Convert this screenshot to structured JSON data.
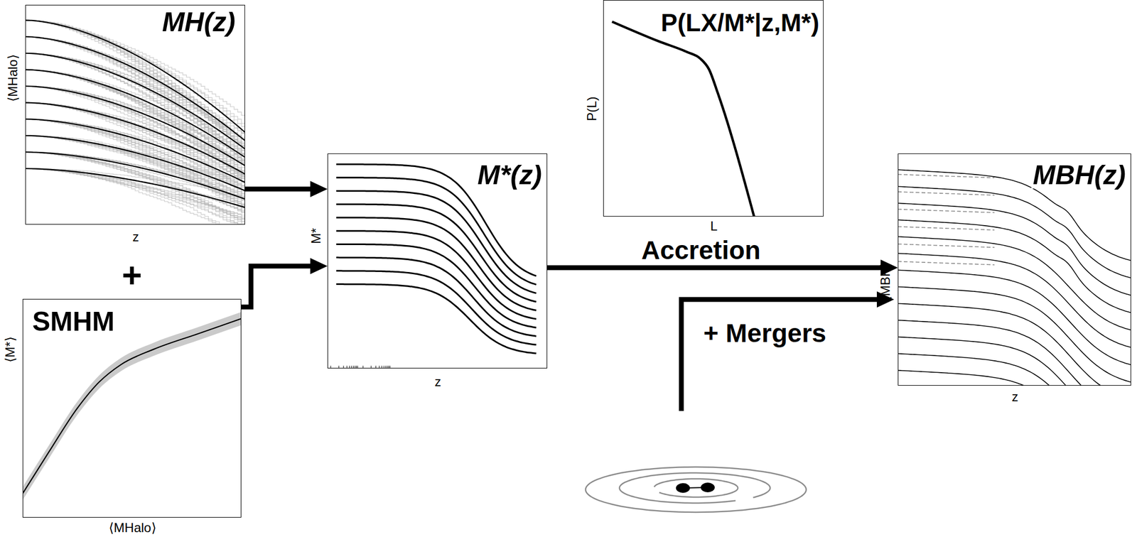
{
  "diagram": {
    "nodes": [
      {
        "text": [
          "MH(z)",
          "⟨MHalo⟩",
          "z"
        ]
      },
      {
        "text": [
          "SMHM",
          "⟨M*⟩",
          "⟨MHalo⟩"
        ]
      },
      {
        "text": [
          "M*(z)",
          "M*",
          "z"
        ]
      },
      {
        "text": [
          "P(LX/M*|z,M*)",
          "P(L)",
          "L"
        ]
      },
      {
        "text": [
          "MBH(z)",
          "⟨MBH⟩",
          "z"
        ]
      }
    ],
    "edges": [
      {
        "from": 0,
        "to": 2,
        "arrow": "to"
      },
      {
        "from": 1,
        "to": 2,
        "arrow": "to"
      },
      {
        "from": 2,
        "to": 4,
        "label": "Accretion",
        "arrow": "to"
      }
    ],
    "labels": [
      "+",
      "+ Mergers"
    ]
  }
}
